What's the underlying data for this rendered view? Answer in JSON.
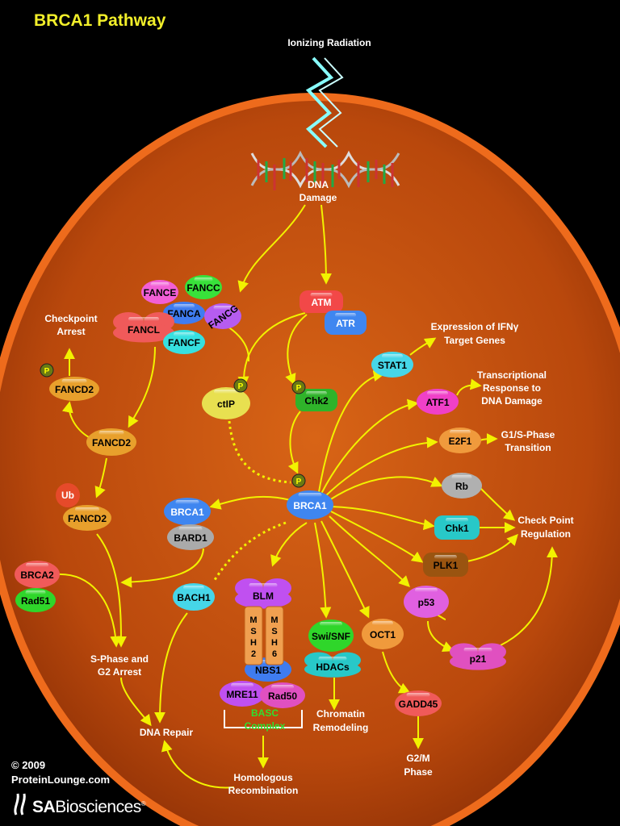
{
  "title": "BRCA1 Pathway",
  "copyright": {
    "line1": "© 2009",
    "line2": "ProteinLounge.com"
  },
  "logo": {
    "brand_bold": "SA",
    "brand_rest": "Biosciences",
    "icon": "sa-logo-icon"
  },
  "colors": {
    "background": "#000000",
    "cell": "#c2500f",
    "cell_border": "#e6631a",
    "arrow": "#f2f200",
    "label": "#ffffff"
  },
  "labels": {
    "ionizing_radiation": "Ionizing Radiation",
    "dna_damage_1": "DNA",
    "dna_damage_2": "Damage",
    "checkpoint_arrest_1": "Checkpoint",
    "checkpoint_arrest_2": "Arrest",
    "ifn_1": "Expression of IFNγ",
    "ifn_2": "Target Genes",
    "transcriptional_1": "Transcriptional",
    "transcriptional_2": "Response to",
    "transcriptional_3": "DNA Damage",
    "g1s_1": "G1/S-Phase",
    "g1s_2": "Transition",
    "checkpoint_reg_1": "Check Point",
    "checkpoint_reg_2": "Regulation",
    "sphase_1": "S-Phase and",
    "sphase_2": "G2 Arrest",
    "dna_repair": "DNA Repair",
    "chromatin_1": "Chromatin",
    "chromatin_2": "Remodeling",
    "g2m_1": "G2/M",
    "g2m_2": "Phase",
    "hr_1": "Homologous",
    "hr_2": "Recombination",
    "basc_1": "BASC",
    "basc_2": "Complex",
    "phospho": "P",
    "ub": "Ub"
  },
  "proteins": {
    "fance": "FANCE",
    "fancc": "FANCC",
    "fanca": "FANCA",
    "fancg": "FANCG",
    "fancl": "FANCL",
    "fancf": "FANCF",
    "fancd2_top": "FANCD2",
    "fancd2_mid": "FANCD2",
    "fancd2_low": "FANCD2",
    "atm": "ATM",
    "atr": "ATR",
    "ctip": "ctIP",
    "chk2": "Chk2",
    "stat1": "STAT1",
    "atf1": "ATF1",
    "e2f1": "E2F1",
    "rb": "Rb",
    "chk1": "Chk1",
    "plk1": "PLK1",
    "p53": "p53",
    "p21": "p21",
    "brca1_center": "BRCA1",
    "brca1_left": "BRCA1",
    "bard1": "BARD1",
    "brca2": "BRCA2",
    "rad51": "Rad51",
    "bach1": "BACH1",
    "blm": "BLM",
    "msh2": "M\nS\nH\n2",
    "msh6": "M\nS\nH\n6",
    "nbs1": "NBS1",
    "mre11": "MRE11",
    "rad50": "Rad50",
    "swisnf": "Swi/SNF",
    "hdacs": "HDACs",
    "oct1": "OCT1",
    "gadd45": "GADD45"
  }
}
